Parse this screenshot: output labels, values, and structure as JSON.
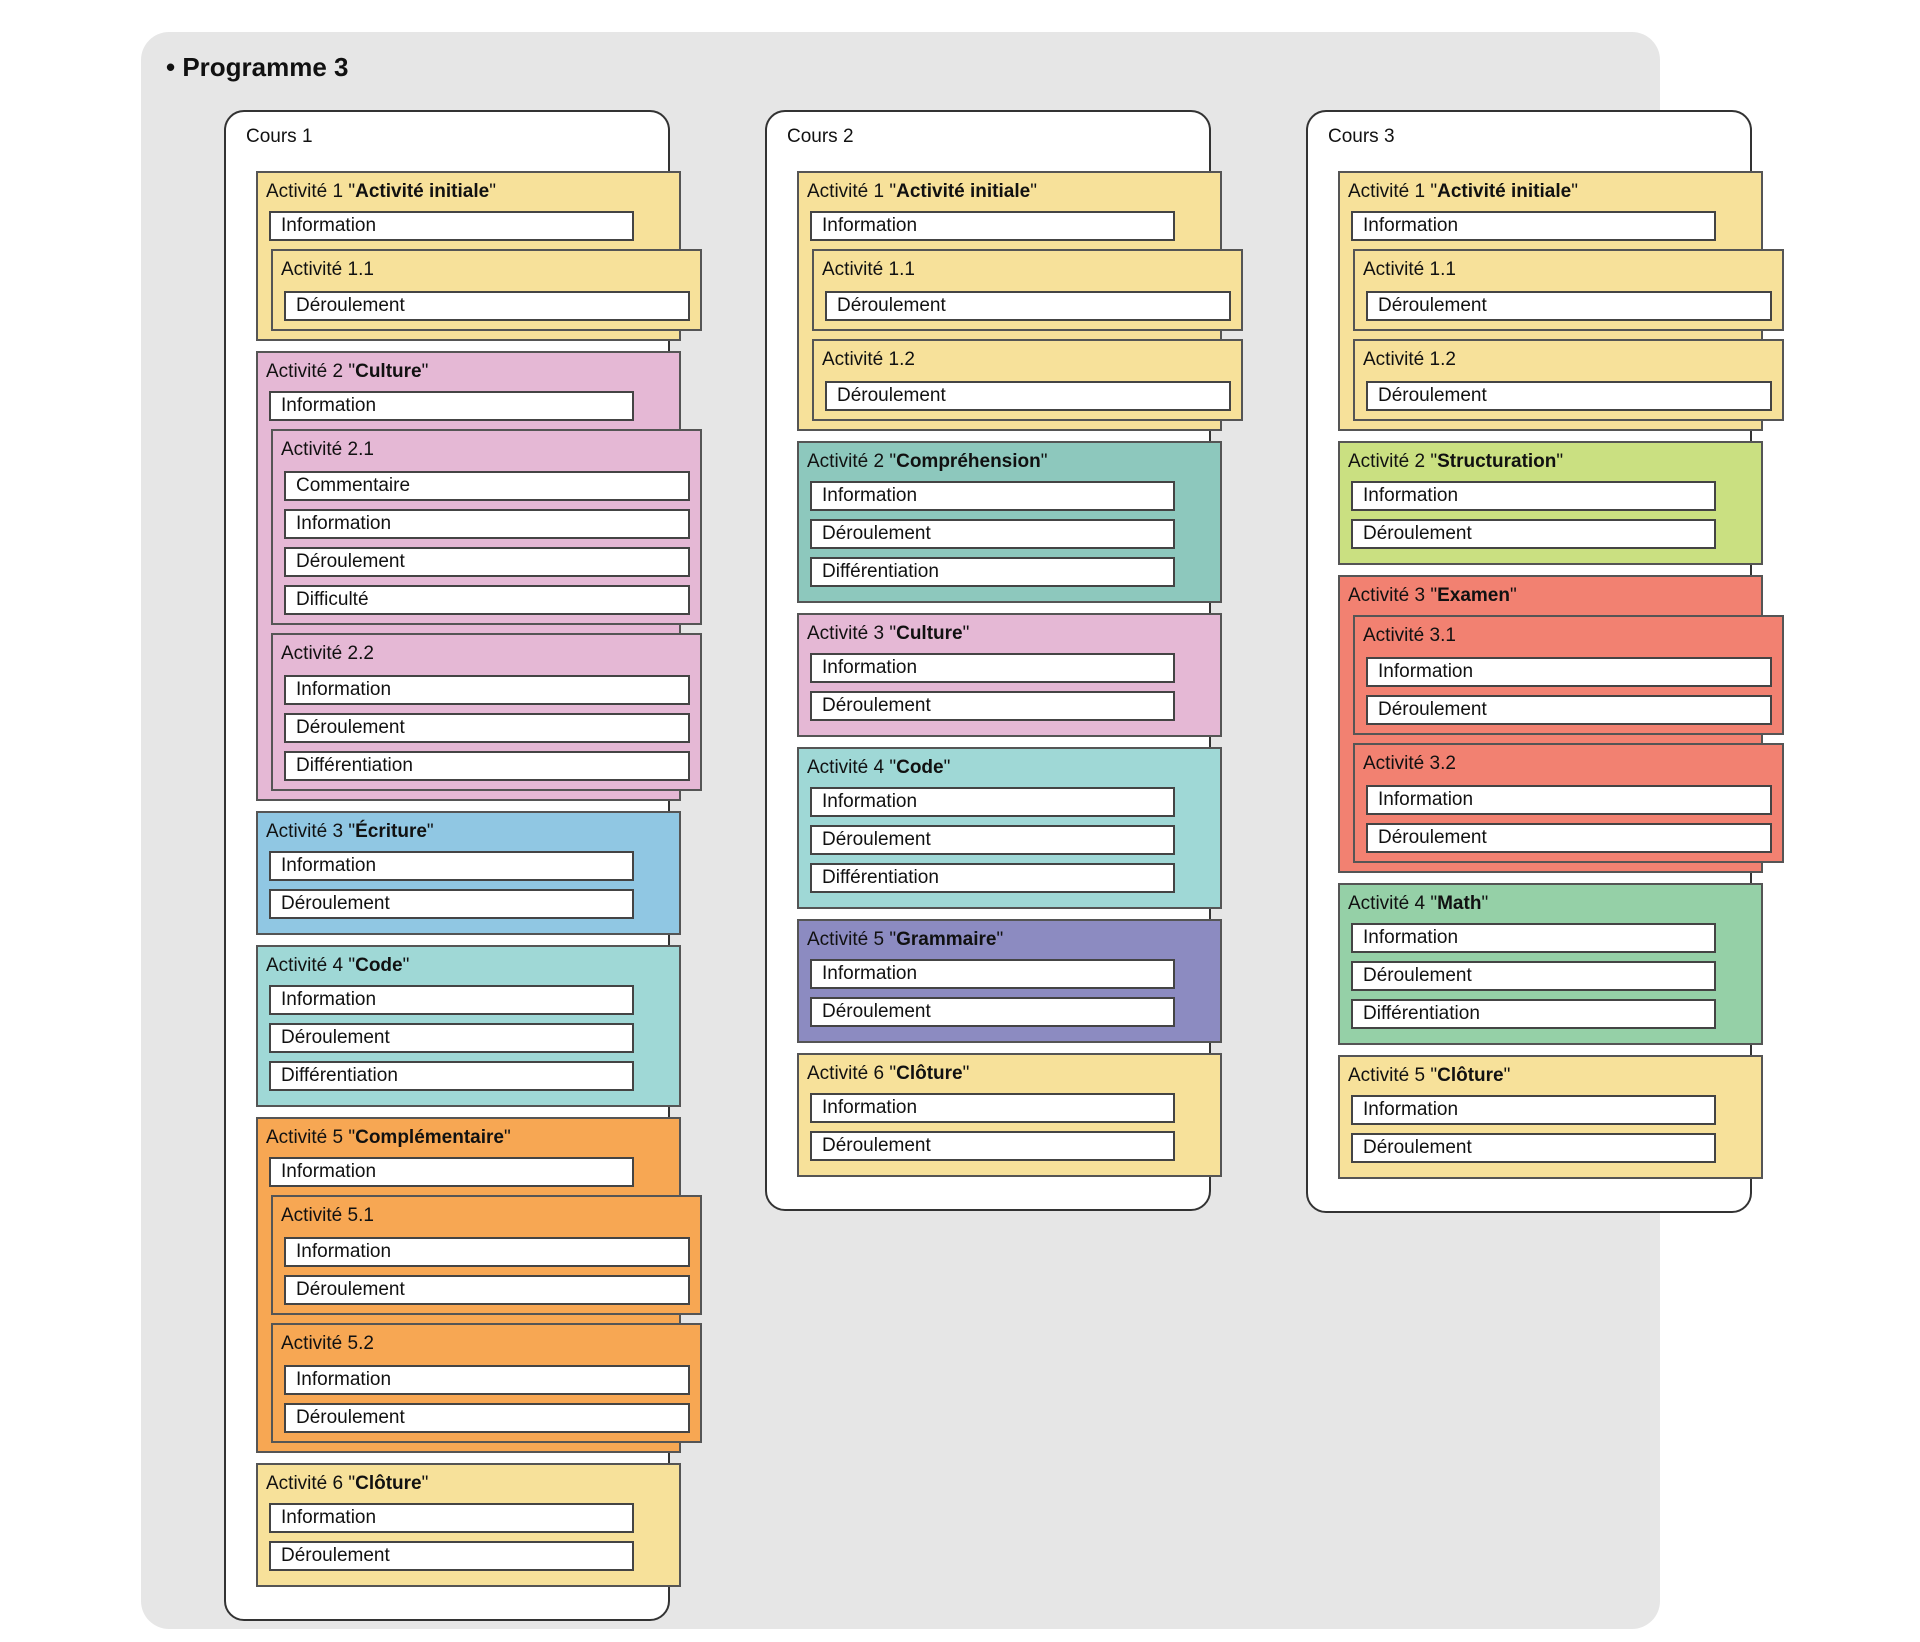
{
  "programme": {
    "title": "• Programme 3"
  },
  "colors": {
    "yellow": "#f7e19a",
    "pink": "#e5b8d5",
    "blue": "#90c7e3",
    "cyan": "#9fd8d6",
    "orange": "#f7a753",
    "teal": "#8dc8bd",
    "purple": "#8c8bc1",
    "lime": "#cae081",
    "salmon": "#f28171",
    "green": "#95d0a7"
  },
  "courses": [
    {
      "title": "Cours 1",
      "activities": [
        {
          "prefix": "Activité 1 \"",
          "name": "Activité initiale",
          "suffix": "\"",
          "color": "yellow",
          "fields": [
            "Information"
          ],
          "children": [
            {
              "label": "Activité 1.1",
              "fields": [
                "Déroulement"
              ]
            }
          ]
        },
        {
          "prefix": "Activité 2 \"",
          "name": "Culture",
          "suffix": "\"",
          "color": "pink",
          "fields": [
            "Information"
          ],
          "children": [
            {
              "label": "Activité 2.1",
              "fields": [
                "Commentaire",
                "Information",
                "Déroulement",
                "Difficulté"
              ]
            },
            {
              "label": "Activité 2.2",
              "fields": [
                "Information",
                "Déroulement",
                "Différentiation"
              ]
            }
          ]
        },
        {
          "prefix": "Activité 3 \"",
          "name": "Écriture",
          "suffix": "\"",
          "color": "blue",
          "fields": [
            "Information",
            "Déroulement"
          ],
          "children": []
        },
        {
          "prefix": "Activité 4 \"",
          "name": "Code",
          "suffix": "\"",
          "color": "cyan",
          "fields": [
            "Information",
            "Déroulement",
            "Différentiation"
          ],
          "children": []
        },
        {
          "prefix": "Activité 5 \"",
          "name": "Complémentaire",
          "suffix": "\"",
          "color": "orange",
          "fields": [
            "Information"
          ],
          "children": [
            {
              "label": "Activité 5.1",
              "fields": [
                "Information",
                "Déroulement"
              ]
            },
            {
              "label": "Activité 5.2",
              "fields": [
                "Information",
                "Déroulement"
              ]
            }
          ]
        },
        {
          "prefix": "Activité 6 \"",
          "name": "Clôture",
          "suffix": "\"",
          "color": "yellow",
          "fields": [
            "Information",
            "Déroulement"
          ],
          "children": []
        }
      ]
    },
    {
      "title": "Cours 2",
      "activities": [
        {
          "prefix": "Activité 1 \"",
          "name": "Activité initiale",
          "suffix": "\"",
          "color": "yellow",
          "fields": [
            "Information"
          ],
          "children": [
            {
              "label": "Activité 1.1",
              "fields": [
                "Déroulement"
              ]
            },
            {
              "label": "Activité 1.2",
              "fields": [
                "Déroulement"
              ]
            }
          ]
        },
        {
          "prefix": "Activité 2 \"",
          "name": "Compréhension",
          "suffix": "\"",
          "color": "teal",
          "fields": [
            "Information",
            "Déroulement",
            "Différentiation"
          ],
          "children": []
        },
        {
          "prefix": "Activité 3 \"",
          "name": "Culture",
          "suffix": "\"",
          "color": "pink",
          "fields": [
            "Information",
            "Déroulement"
          ],
          "children": []
        },
        {
          "prefix": "Activité 4 \"",
          "name": "Code",
          "suffix": "\"",
          "color": "cyan",
          "fields": [
            "Information",
            "Déroulement",
            "Différentiation"
          ],
          "children": []
        },
        {
          "prefix": "Activité 5 \"",
          "name": "Grammaire",
          "suffix": "\"",
          "color": "purple",
          "fields": [
            "Information",
            "Déroulement"
          ],
          "children": []
        },
        {
          "prefix": "Activité 6 \"",
          "name": "Clôture",
          "suffix": "\"",
          "color": "yellow",
          "fields": [
            "Information",
            "Déroulement"
          ],
          "children": []
        }
      ]
    },
    {
      "title": "Cours 3",
      "activities": [
        {
          "prefix": "Activité 1 \"",
          "name": "Activité initiale",
          "suffix": "\"",
          "color": "yellow",
          "fields": [
            "Information"
          ],
          "children": [
            {
              "label": "Activité 1.1",
              "fields": [
                "Déroulement"
              ]
            },
            {
              "label": "Activité 1.2",
              "fields": [
                "Déroulement"
              ]
            }
          ]
        },
        {
          "prefix": "Activité 2 \"",
          "name": "Structuration",
          "suffix": "\"",
          "color": "lime",
          "fields": [
            "Information",
            "Déroulement"
          ],
          "children": []
        },
        {
          "prefix": "Activité 3 \"",
          "name": "Examen",
          "suffix": "\"",
          "color": "salmon",
          "fields": [],
          "children": [
            {
              "label": "Activité 3.1",
              "fields": [
                "Information",
                "Déroulement"
              ]
            },
            {
              "label": "Activité 3.2",
              "fields": [
                "Information",
                "Déroulement"
              ]
            }
          ]
        },
        {
          "prefix": "Activité 4 \"",
          "name": "Math",
          "suffix": "\"",
          "color": "green",
          "fields": [
            "Information",
            "Déroulement",
            "Différentiation"
          ],
          "children": []
        },
        {
          "prefix": "Activité 5 \"",
          "name": "Clôture",
          "suffix": "\"",
          "color": "yellow",
          "fields": [
            "Information",
            "Déroulement"
          ],
          "children": []
        }
      ]
    }
  ]
}
